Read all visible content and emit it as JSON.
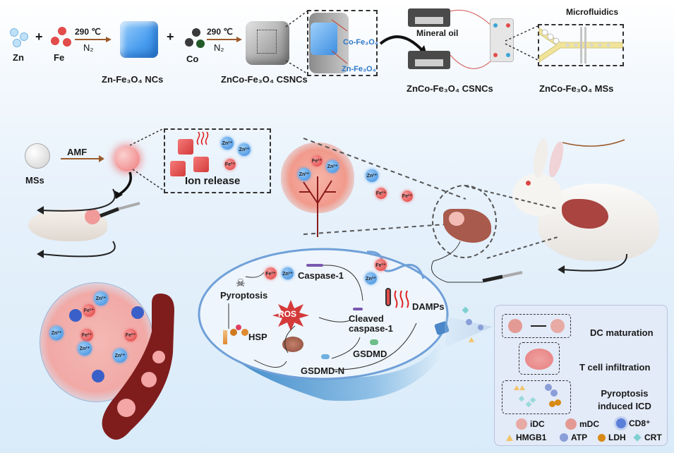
{
  "synthesis": {
    "zn_label": "Zn",
    "fe_label": "Fe",
    "co_label": "Co",
    "plus": "+",
    "step1_temp": "290 ℃",
    "step1_gas": "N₂",
    "step2_temp": "290 ℃",
    "step2_gas": "N₂",
    "product1": "Zn-Fe₃O₄ NCs",
    "product2": "ZnCo-Fe₃O₄ CSNCs",
    "shell_label": "Co-Fe₃O₄",
    "core_label": "Zn-Fe₃O₄",
    "mineral_oil": "Mineral oil",
    "pump_product": "ZnCo-Fe₃O₄ CSNCs",
    "microfluidics_title": "Microfluidics",
    "microspheres": "ZnCo-Fe₃O₄ MSs"
  },
  "treatment": {
    "mss_label": "MSs",
    "amf_label": "AMF",
    "ion_release_label": "Ion release",
    "ions": {
      "zn": "Zn²⁺",
      "fe": "Fe²⁺"
    }
  },
  "cell": {
    "caspase1": "Caspase-1",
    "pyroptosis": "Pyroptosis",
    "ros": "ROS",
    "cleaved_caspase": "Cleaved caspase-1",
    "cleaved_line1": "Cleaved",
    "cleaved_line2": "caspase-1",
    "damps": "DAMPs",
    "hsp": "HSP",
    "gsdmd": "GSDMD",
    "gsdmd_n": "GSDMD-N"
  },
  "legend": {
    "rows": [
      {
        "label": "DC maturation"
      },
      {
        "label": "T cell infiltration"
      },
      {
        "label": "Pyroptosis induced ICD",
        "line1": "Pyroptosis",
        "line2": "induced ICD"
      }
    ],
    "key": [
      {
        "icon": "idc-cell-icon",
        "label": "iDC"
      },
      {
        "icon": "mdc-cell-icon",
        "label": "mDC"
      },
      {
        "icon": "cd8-cell-icon",
        "label": "CD8⁺"
      },
      {
        "icon": "hmgb1-triangle-icon",
        "label": "HMGB1",
        "color": "#f2c46a"
      },
      {
        "icon": "atp-dot-icon",
        "label": "ATP",
        "color": "#7f93d8"
      },
      {
        "icon": "ldh-dot-icon",
        "label": "LDH",
        "color": "#d88a14"
      },
      {
        "icon": "crt-diamond-icon",
        "label": "CRT",
        "color": "#7fd0d0"
      }
    ]
  },
  "colors": {
    "zn_ion": "#4a96e4",
    "fe_ion": "#e24c4b",
    "arrow_brown": "#9a5a2a",
    "cell_membrane": "#6fa0d8",
    "ros_red": "#d43a3a"
  }
}
